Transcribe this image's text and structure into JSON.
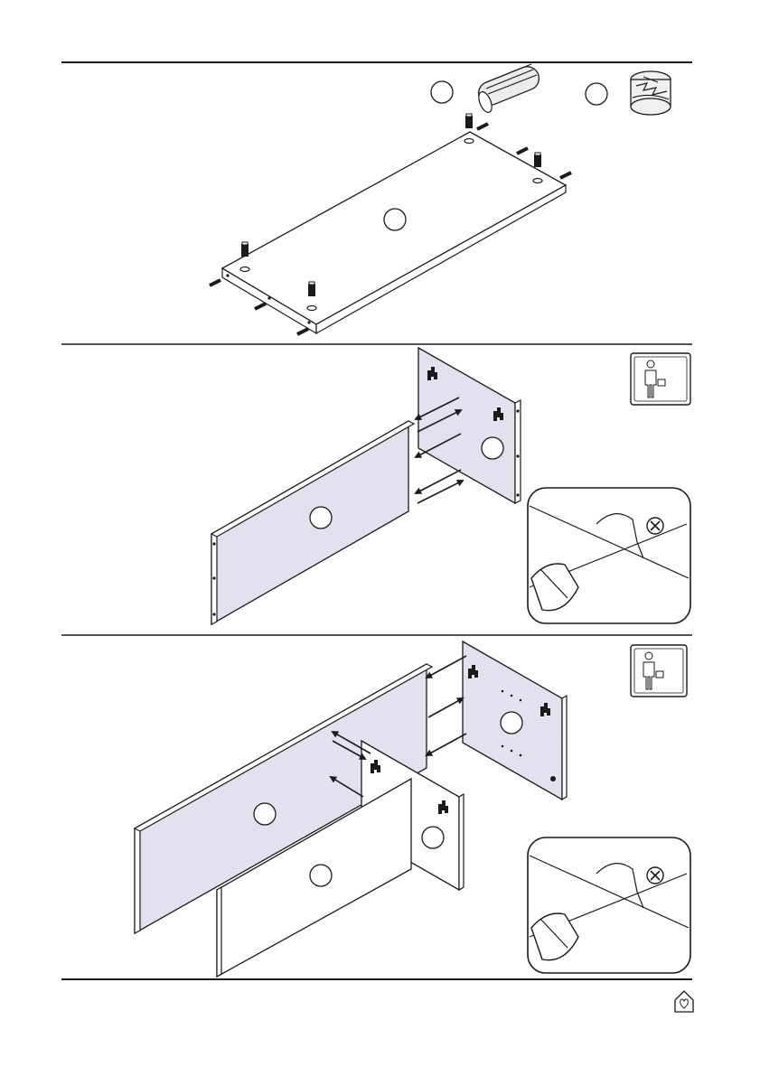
{
  "page": {
    "steps": [
      "step-1",
      "step-2",
      "step-3"
    ],
    "icons": {
      "dowel": "wooden-dowel-icon",
      "cam_lock": "cam-lock-icon",
      "two_person": "two-person-assembly-icon",
      "screwdriver": "screwdriver-detail-icon",
      "brand": "house-heart-logo-icon"
    },
    "colors": {
      "panel_tint": "#e4e1ee",
      "ink": "#1a1a1a",
      "paper": "#ffffff"
    }
  }
}
